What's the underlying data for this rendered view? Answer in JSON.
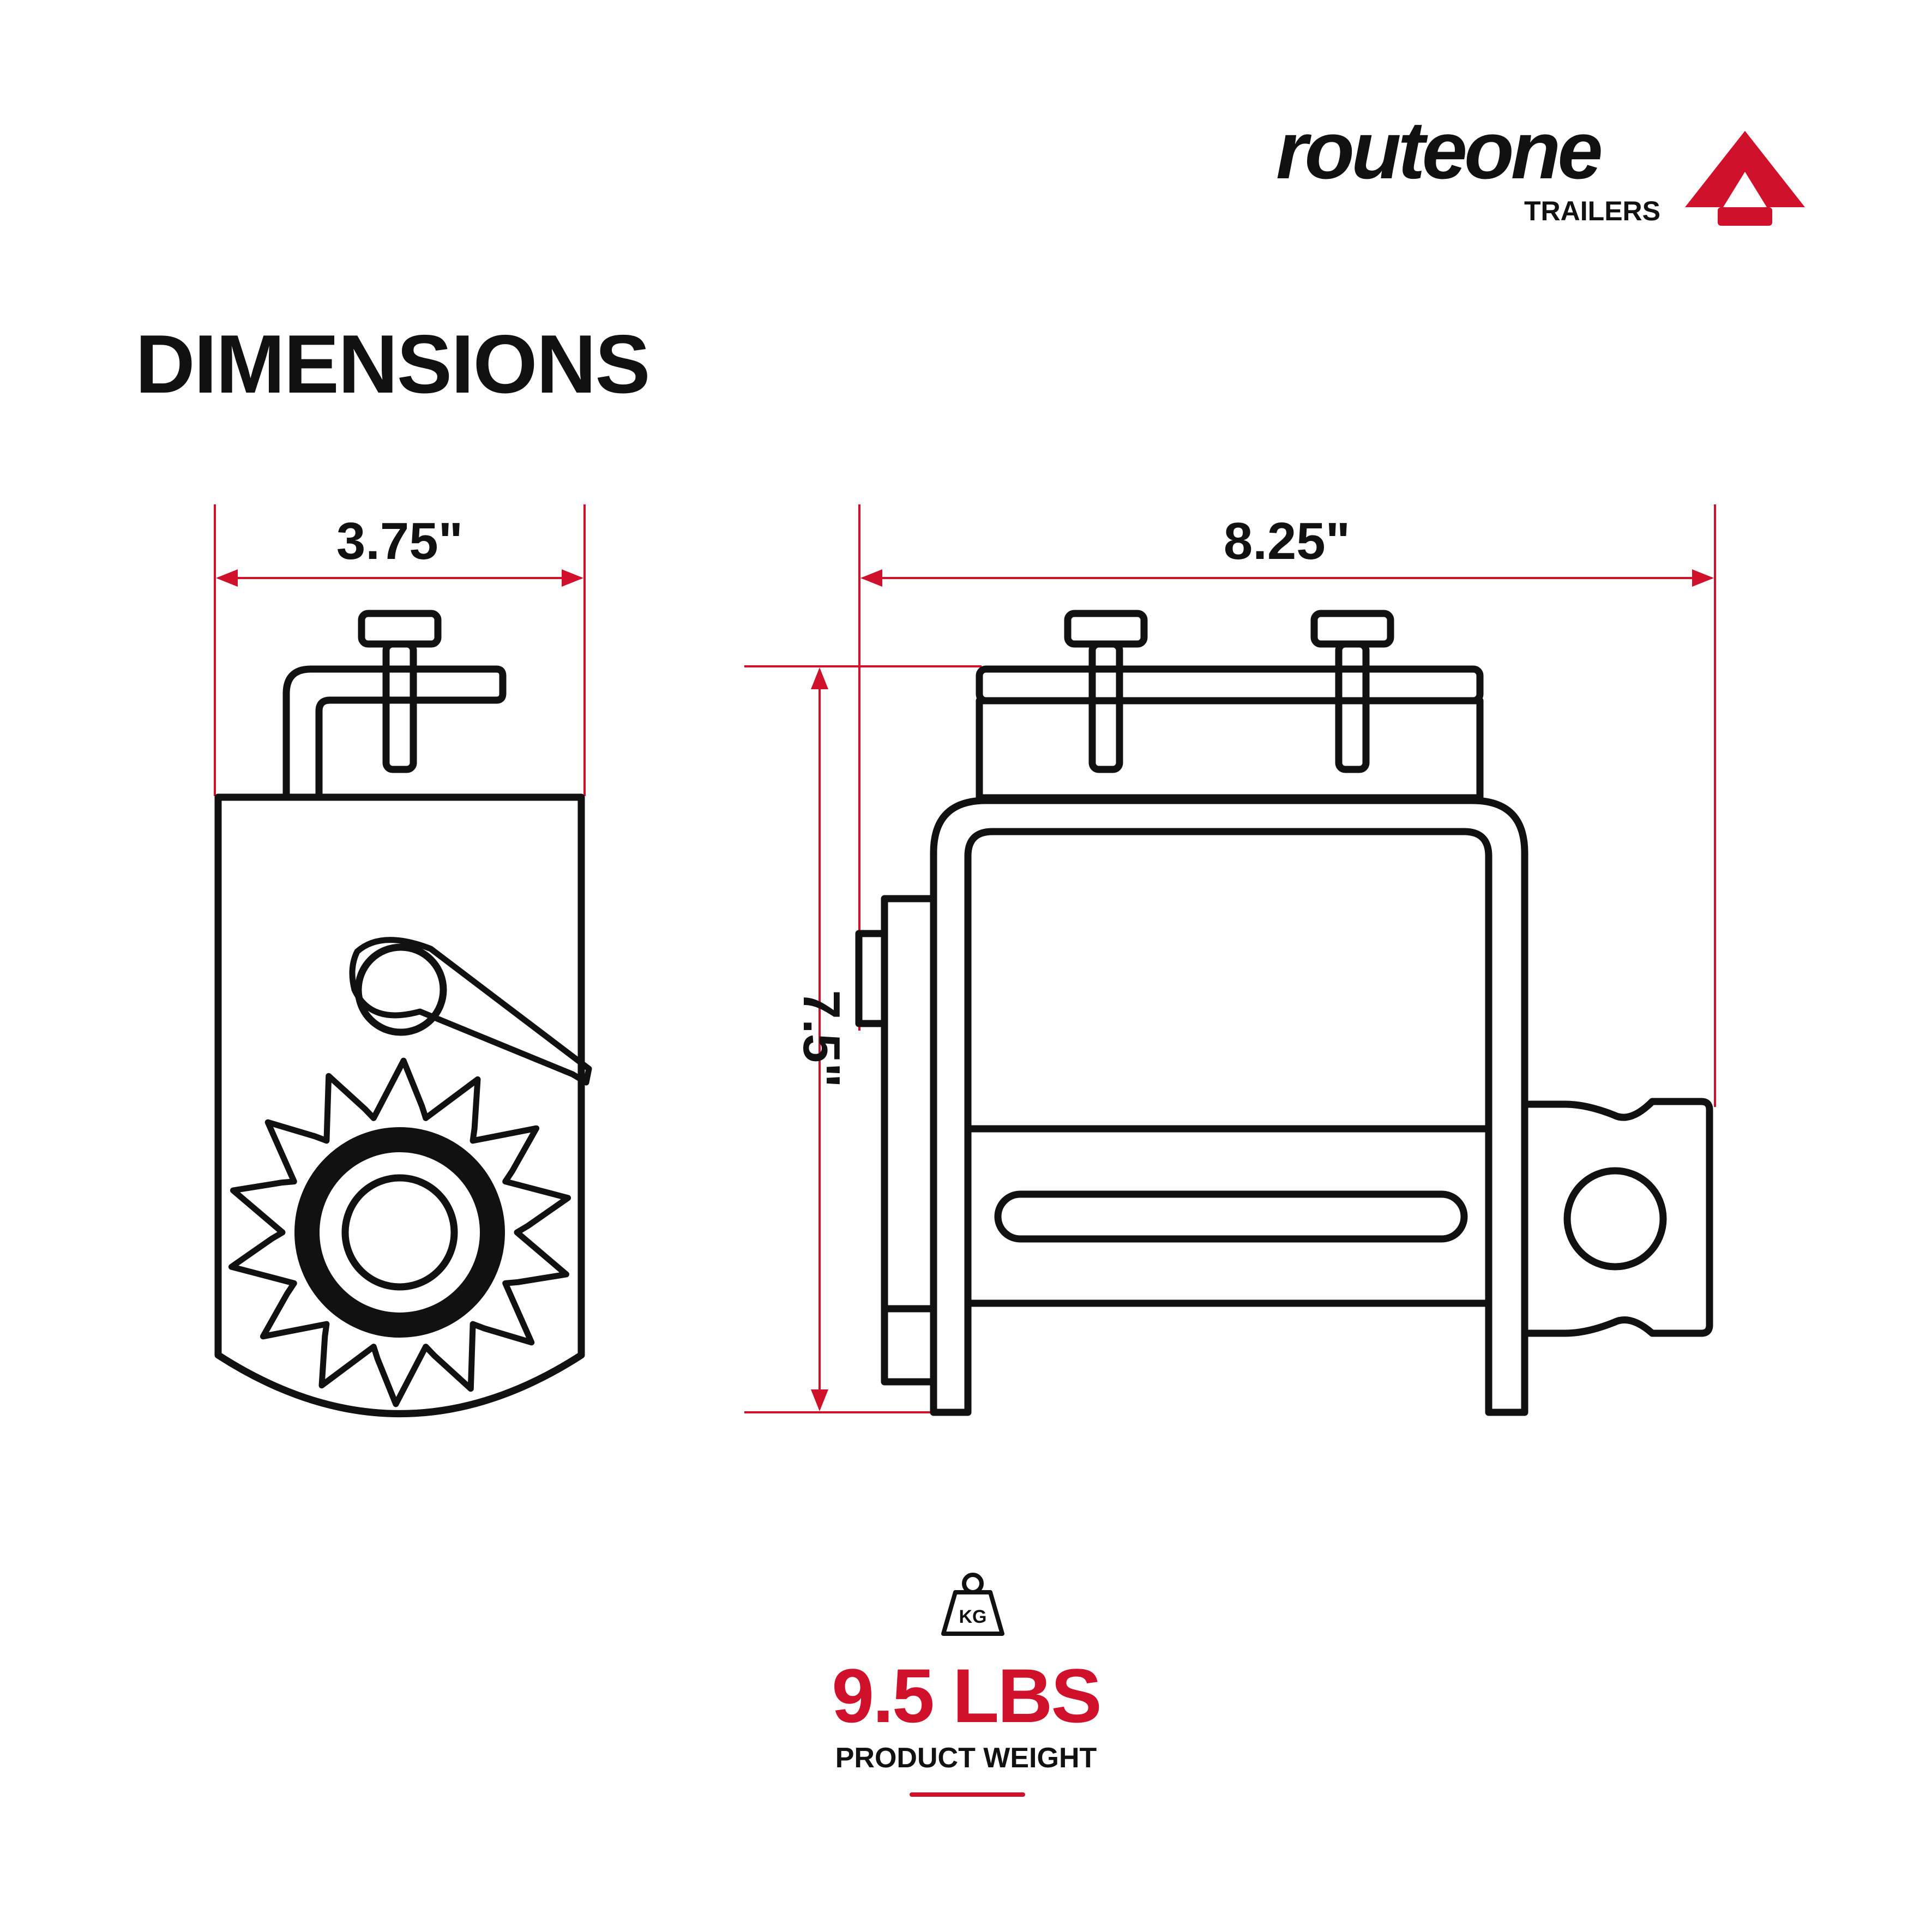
{
  "brand": {
    "name": "routeone",
    "sub": "TRAILERS",
    "accent_color": "#d0112b",
    "logo_icon": "triangle-logo-icon"
  },
  "heading": "DIMENSIONS",
  "dimensions": {
    "width": "3.75\"",
    "length": "8.25\"",
    "height": "7.5\""
  },
  "weight": {
    "icon": "weight-kg-icon",
    "icon_text": "KG",
    "value": "9.5 LBS",
    "label": "PRODUCT WEIGHT"
  }
}
